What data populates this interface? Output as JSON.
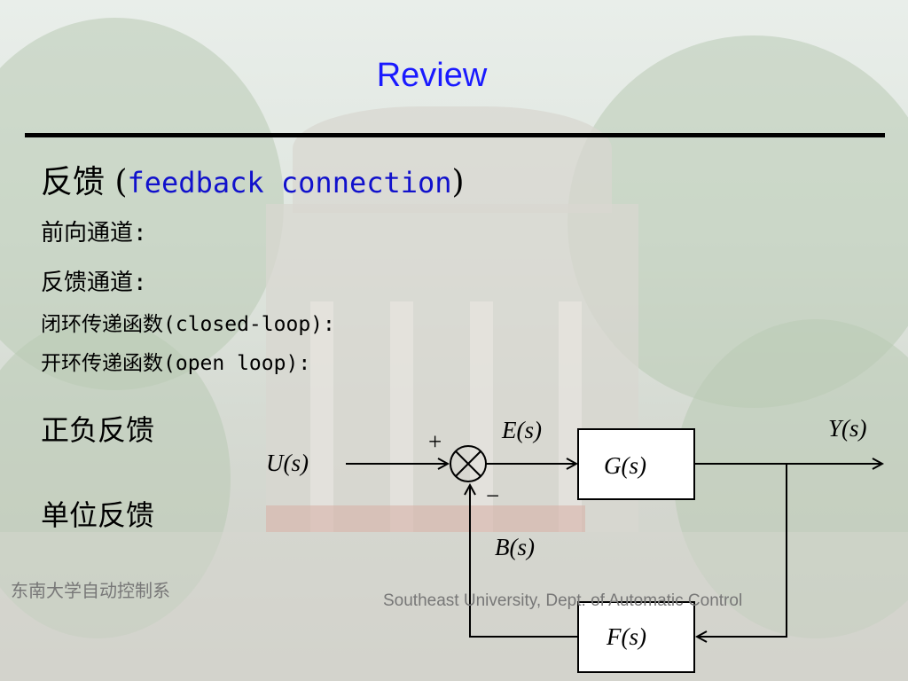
{
  "slide": {
    "title": "Review",
    "heading_cn": "反馈 (",
    "heading_en": "feedback connection",
    "heading_close": ")",
    "lines": [
      "前向通道:",
      "反馈通道:",
      "闭环传递函数(closed-loop):",
      "开环传递函数(open loop):"
    ],
    "topics": [
      "正负反馈",
      "单位反馈"
    ],
    "footer_cn": "东南大学自动控制系",
    "footer_en": "Southeast University, Dept. of Automatic Control"
  },
  "diagram": {
    "input_label": "U(s)",
    "error_label": "E(s)",
    "output_label": "Y(s)",
    "feedback_label": "B(s)",
    "forward_block": "G(s)",
    "feedback_block": "F(s)",
    "plus_sign": "+",
    "minus_sign": "−"
  }
}
